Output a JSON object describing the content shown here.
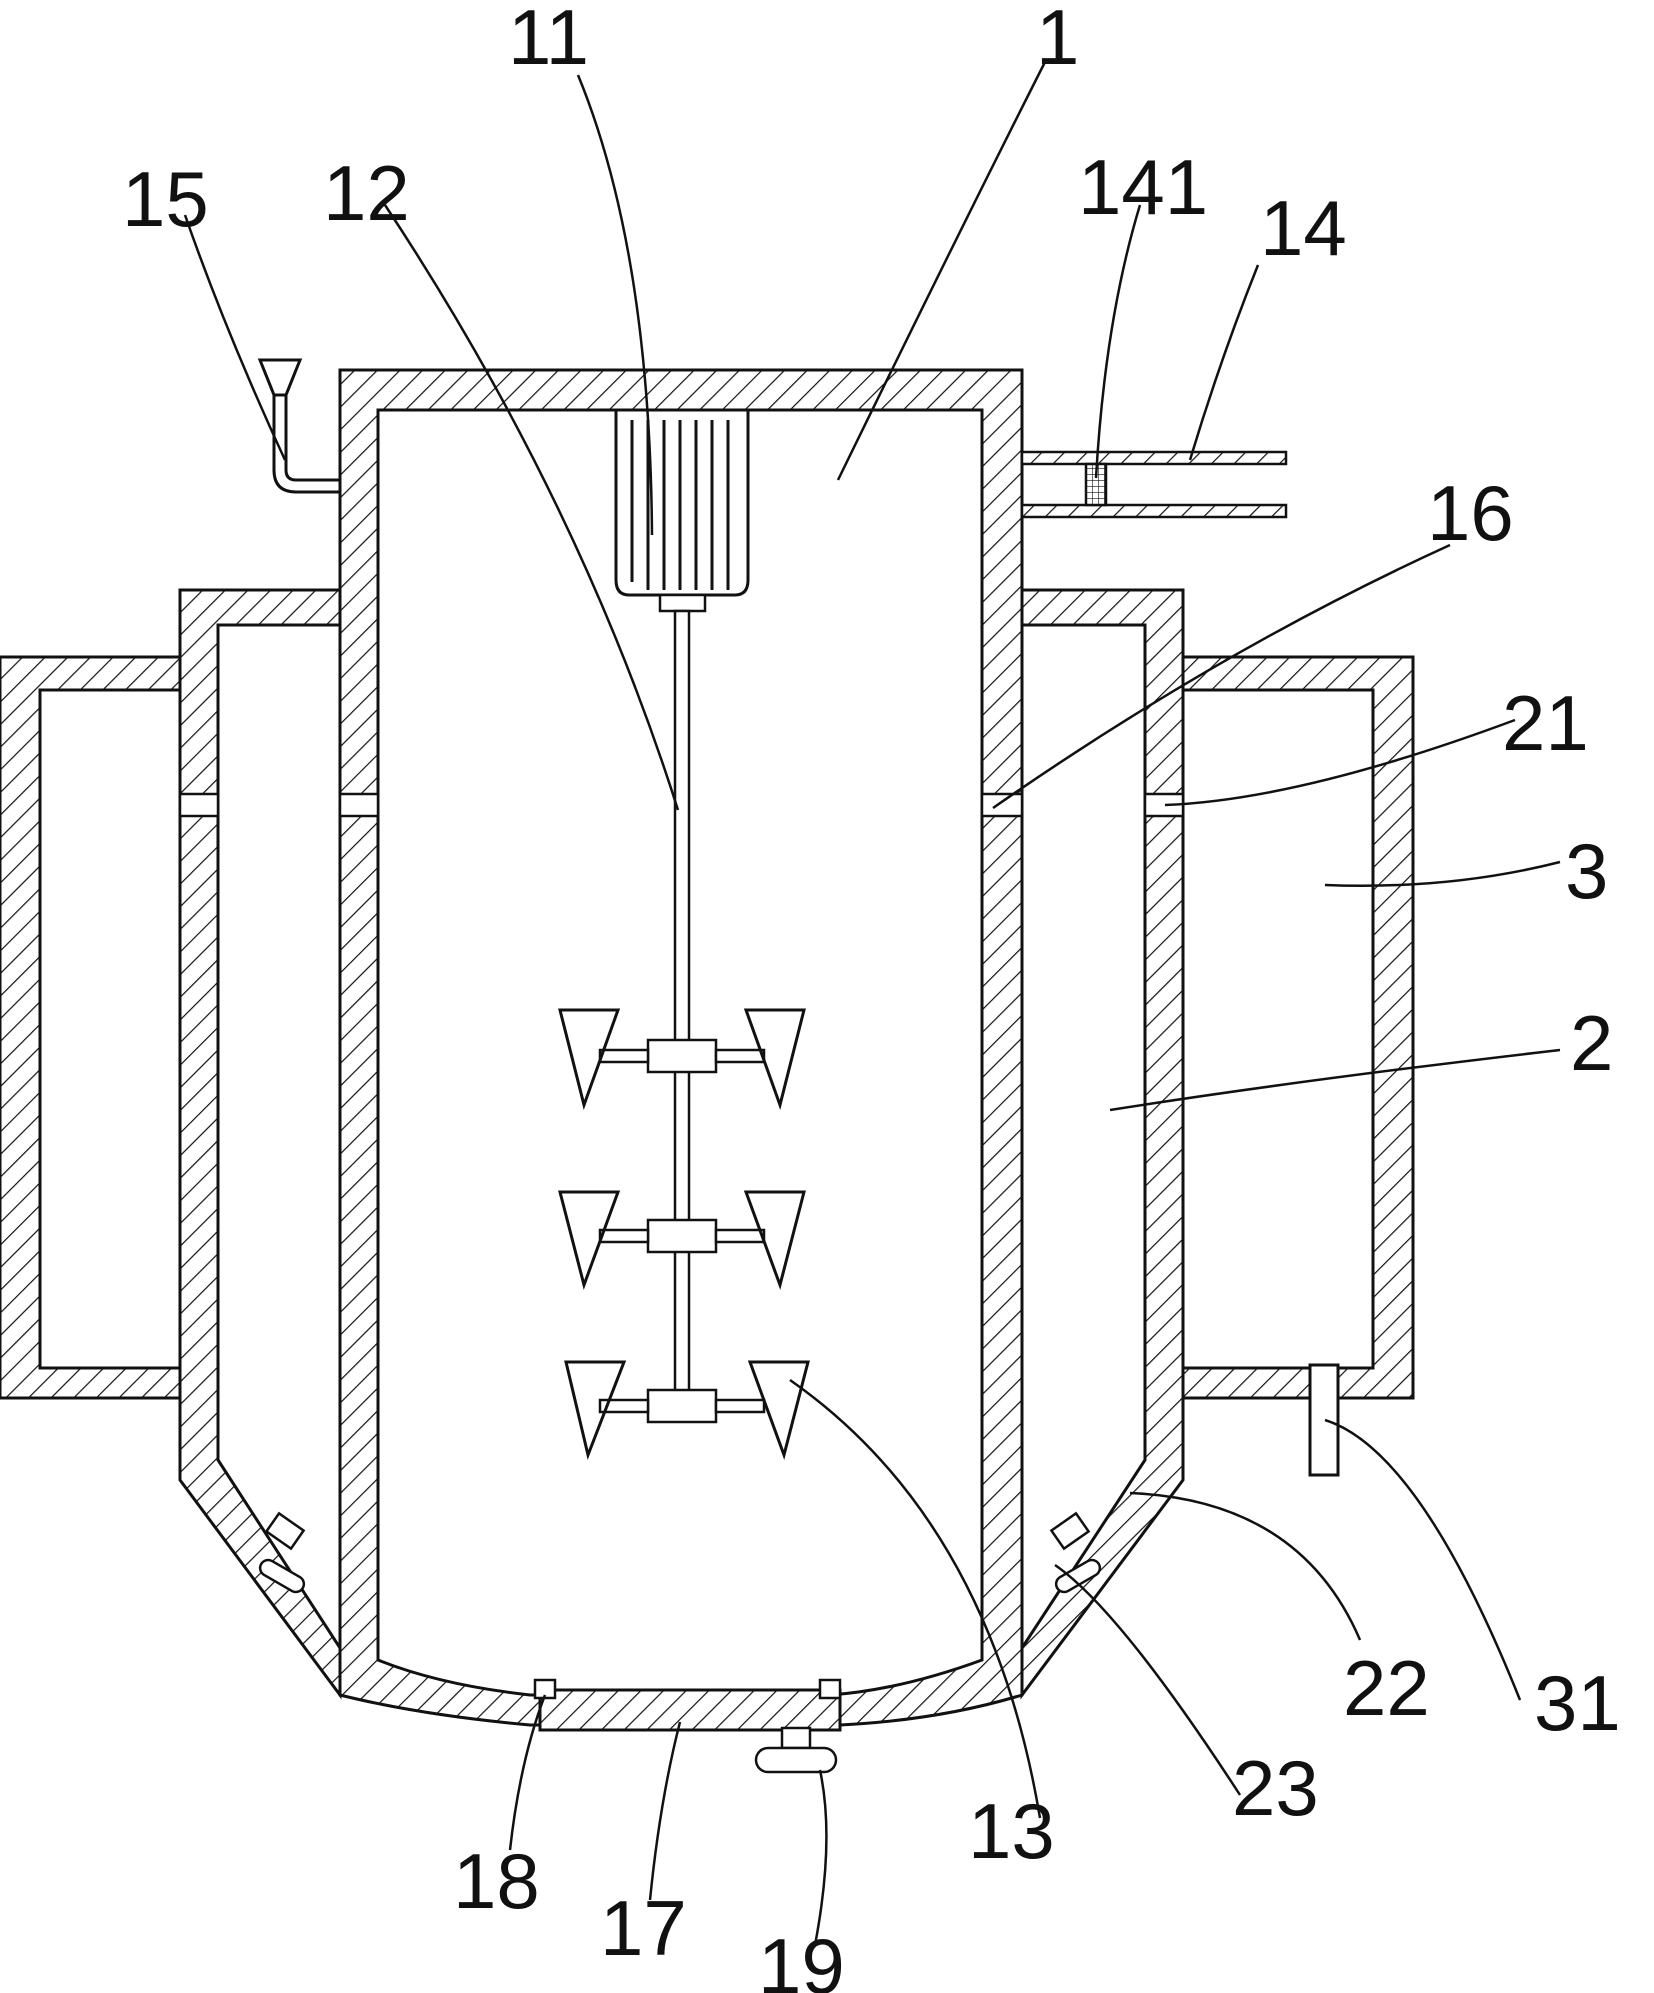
{
  "figure": {
    "labels": {
      "l1": "1",
      "l2": "2",
      "l3": "3",
      "l11": "11",
      "l12": "12",
      "l13": "13",
      "l14": "14",
      "l141": "141",
      "l15": "15",
      "l16": "16",
      "l17": "17",
      "l18": "18",
      "l19": "19",
      "l21": "21",
      "l22": "22",
      "l23": "23",
      "l31": "31"
    }
  }
}
